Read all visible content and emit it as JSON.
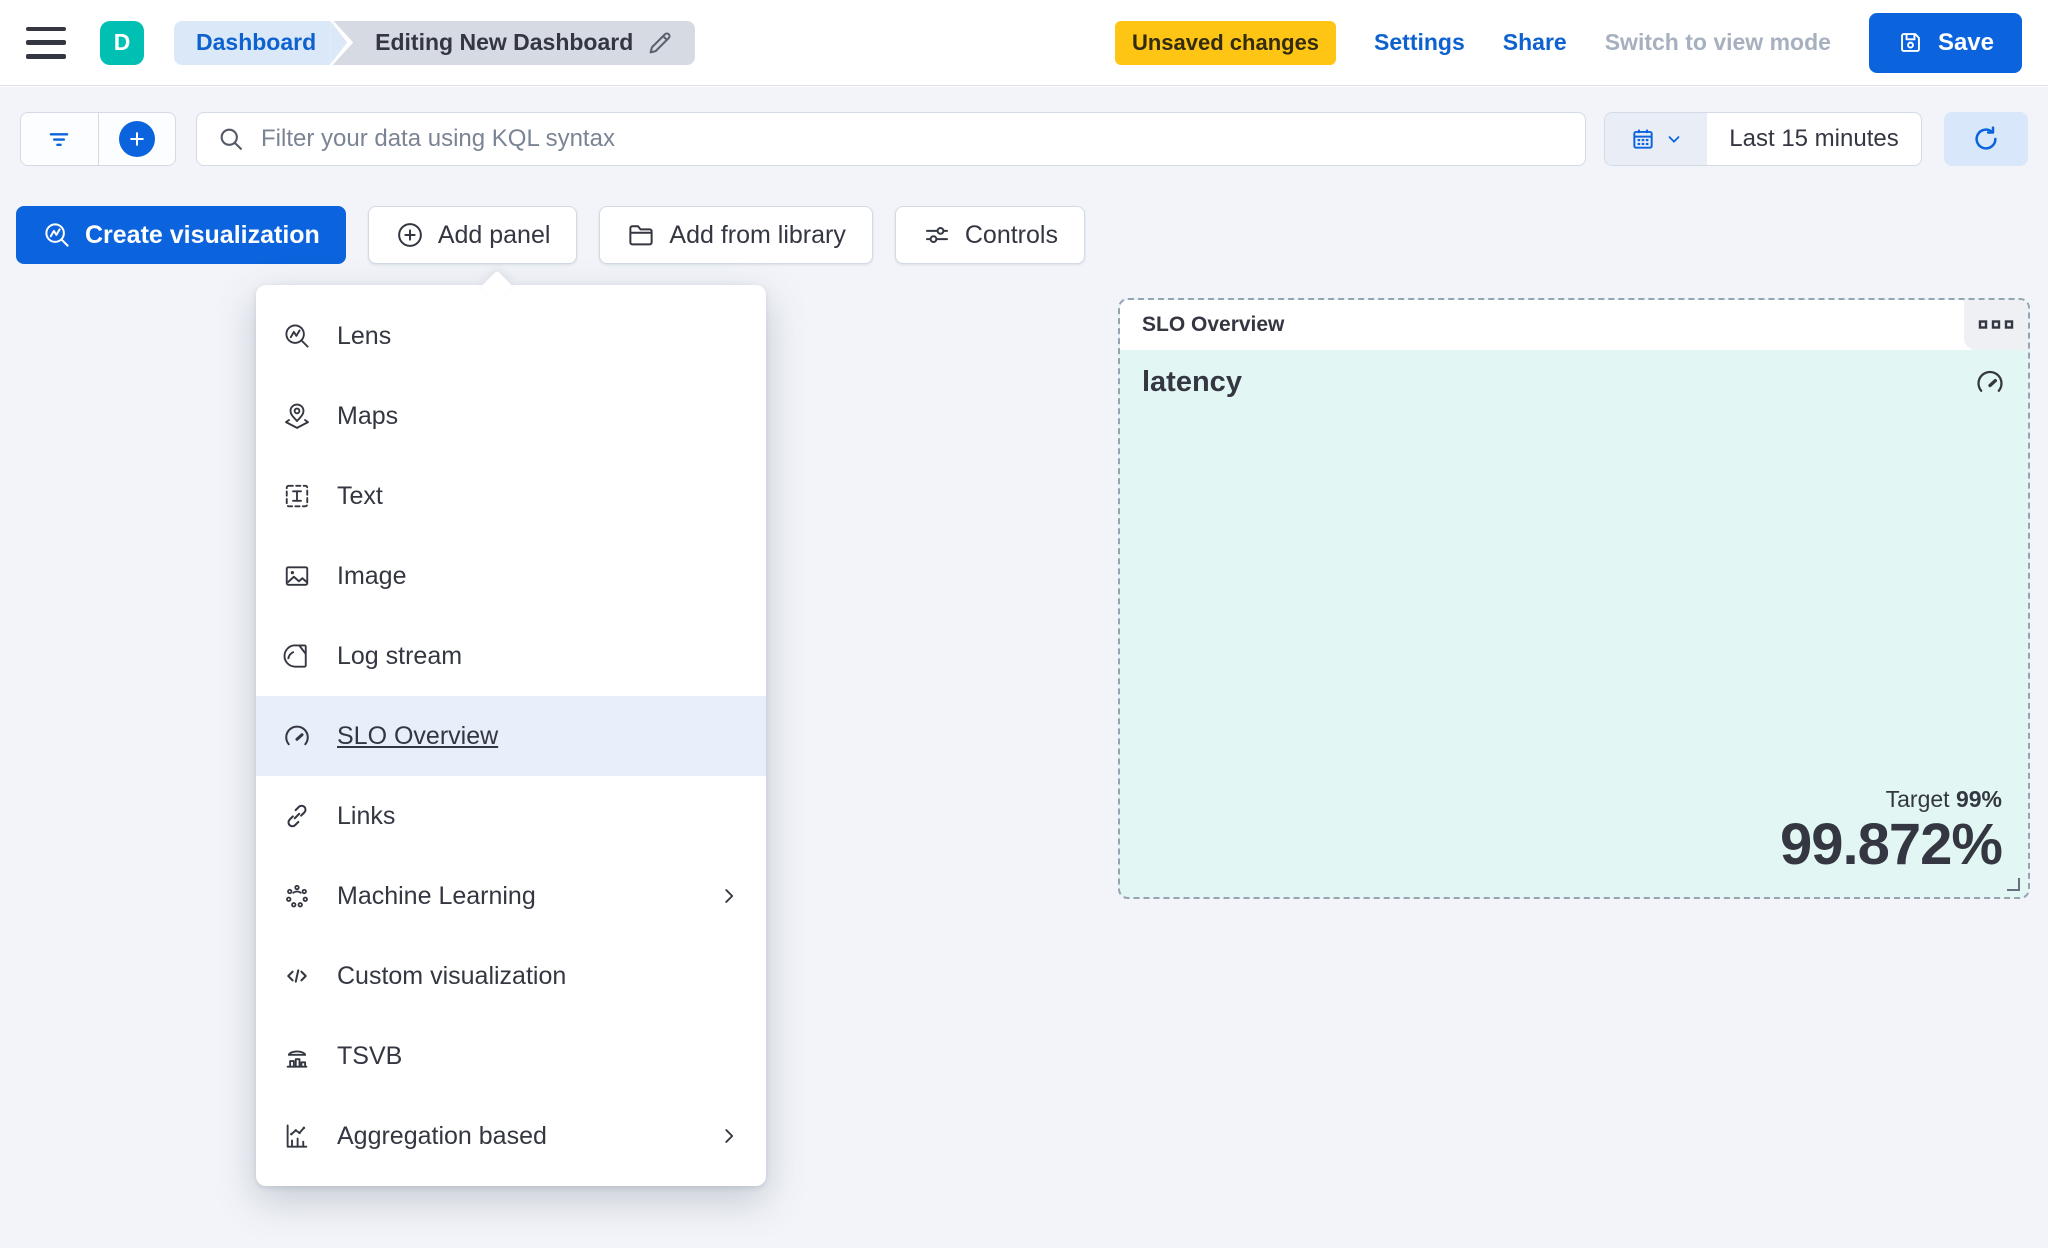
{
  "header": {
    "avatar_initial": "D",
    "breadcrumbs": [
      {
        "label": "Dashboard"
      },
      {
        "label": "Editing New Dashboard"
      }
    ],
    "unsaved_badge": "Unsaved changes",
    "settings_label": "Settings",
    "share_label": "Share",
    "switch_view_label": "Switch to view mode",
    "save_label": "Save"
  },
  "toolbar": {
    "kql_placeholder": "Filter your data using KQL syntax",
    "time_range": "Last 15 minutes"
  },
  "actions": {
    "create_visualization": "Create visualization",
    "add_panel": "Add panel",
    "add_from_library": "Add from library",
    "controls": "Controls"
  },
  "menu": {
    "items": [
      {
        "label": "Lens"
      },
      {
        "label": "Maps"
      },
      {
        "label": "Text"
      },
      {
        "label": "Image"
      },
      {
        "label": "Log stream"
      },
      {
        "label": "SLO Overview",
        "selected": true
      },
      {
        "label": "Links"
      },
      {
        "label": "Machine Learning",
        "has_submenu": true
      },
      {
        "label": "Custom visualization"
      },
      {
        "label": "TSVB"
      },
      {
        "label": "Aggregation based",
        "has_submenu": true
      }
    ]
  },
  "panel": {
    "title": "SLO Overview",
    "slo_name": "latency",
    "target_label": "Target",
    "target_value": "99%",
    "value": "99.872%"
  },
  "icons": {
    "hamburger": "menu",
    "edit": "pencil",
    "save": "floppy-disk",
    "filter": "filter-lines",
    "add": "plus-in-circle",
    "search": "magnifier",
    "calendar": "calendar",
    "refresh": "circular-arrow",
    "lens": "magnifier-chart",
    "maps": "map-pin-layers",
    "text": "dashed-box-T",
    "image": "picture",
    "log_stream": "document",
    "slo": "gauge",
    "links": "chain-link",
    "machine_learning": "dot-network",
    "custom_visualization": "code-brackets",
    "tsvb": "metric-bars",
    "aggregation_based": "bar-line-chart",
    "panel_options": "boxes-horizontal",
    "folder": "folder-open",
    "controls": "sliders"
  },
  "colors": {
    "primary": "#0b64dd",
    "avatar_teal": "#00bfb3",
    "warning_badge": "#fec514",
    "panel_mint": "#e2f7f3",
    "selection_blue": "#e7f0fa",
    "canvas": "#f2f4f9",
    "text_dark": "#343741"
  }
}
